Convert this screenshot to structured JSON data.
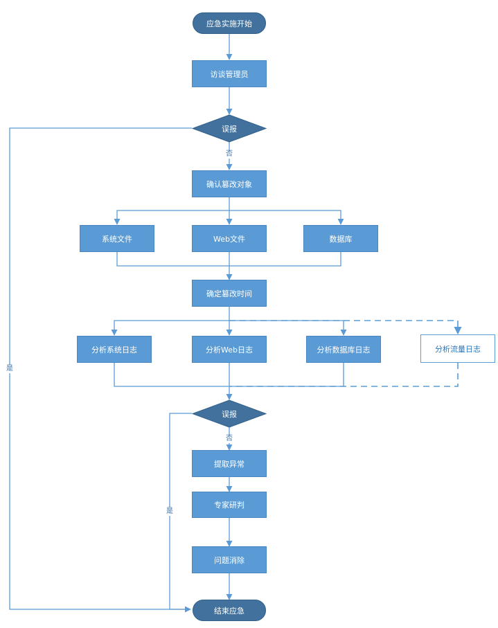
{
  "nodes": {
    "start": "应急实施开始",
    "interview": "访谈管理员",
    "false_alarm_1": "误报",
    "confirm_target": "确认篡改对象",
    "system_files": "系统文件",
    "web_files": "Web文件",
    "database": "数据库",
    "confirm_time": "确定篡改时间",
    "analyze_system_log": "分析系统日志",
    "analyze_web_log": "分析Web日志",
    "analyze_db_log": "分析数据库日志",
    "analyze_traffic_log": "分析流量日志",
    "false_alarm_2": "误报",
    "extract_anomaly": "提取异常",
    "expert_review": "专家研判",
    "problem_fix": "问题消除",
    "end": "结束应急"
  },
  "edge_labels": {
    "no_1": "否",
    "yes_1": "是",
    "no_2": "否",
    "yes_2": "是"
  },
  "colors": {
    "node_fill": "#5b9bd5",
    "terminal_fill": "#41719c",
    "line": "#5b9bd5"
  }
}
